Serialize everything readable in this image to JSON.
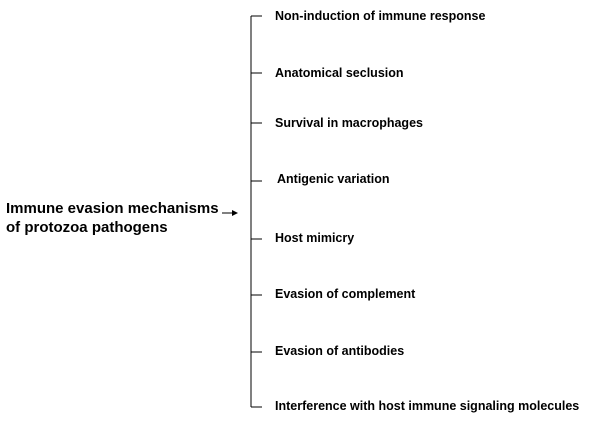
{
  "root": {
    "line1": "Immune evasion mechanisms",
    "line2": "of protozoa pathogens"
  },
  "branches": [
    {
      "label": "Non-induction of immune response"
    },
    {
      "label": "Anatomical seclusion"
    },
    {
      "label": "Survival in macrophages"
    },
    {
      "label": "Antigenic variation"
    },
    {
      "label": "Host mimicry"
    },
    {
      "label": "Evasion of complement"
    },
    {
      "label": "Evasion of antibodies"
    },
    {
      "label": "Interference with host immune signaling molecules"
    }
  ]
}
